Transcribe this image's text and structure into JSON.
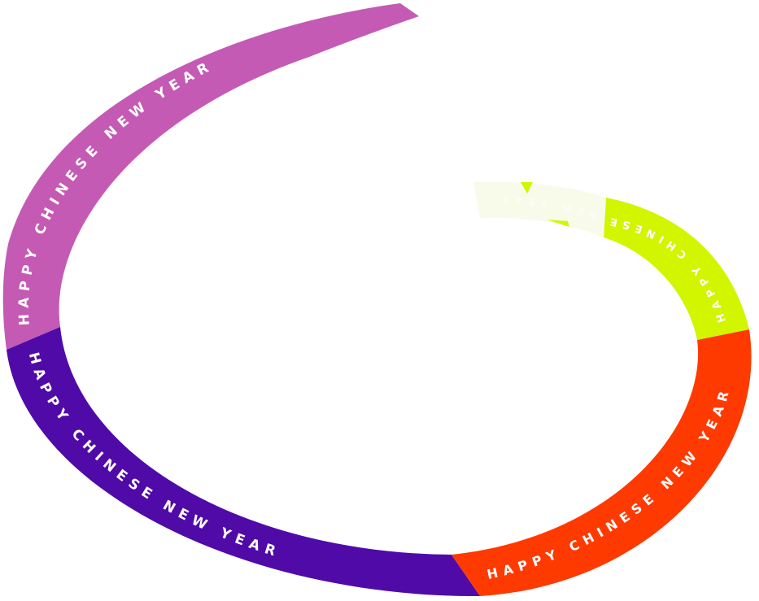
{
  "artwork": {
    "title": "Happy Chinese New Year spiral ribbon",
    "segments": [
      {
        "name": "pink",
        "color": "#c45ab4",
        "text": "HAPPY CHINESE NEW YEAR"
      },
      {
        "name": "violet",
        "color": "#4f0aa8",
        "text": "HAPPY CHINESE NEW YEAR"
      },
      {
        "name": "orange",
        "color": "#ff3a00",
        "text": "HAPPY CHINESE NEW YEAR"
      },
      {
        "name": "lime",
        "color": "#d2f500",
        "text": "HAPPY CHINESE"
      },
      {
        "name": "pale",
        "color": "#f8fbe9",
        "text": "NEW YEAR"
      }
    ]
  }
}
